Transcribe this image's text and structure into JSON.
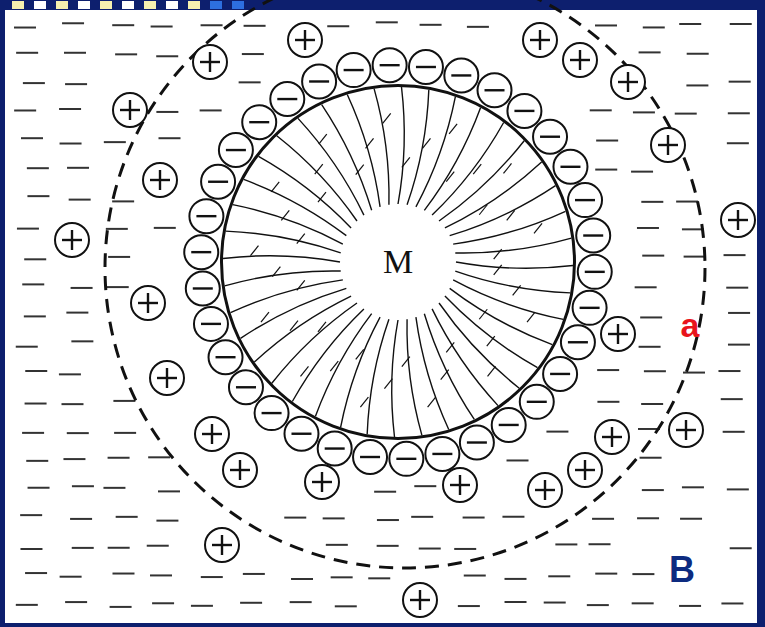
{
  "diagram": {
    "nodes": [
      {
        "text": [
          "M"
        ]
      }
    ],
    "labels": [
      "a",
      "B"
    ]
  }
}
